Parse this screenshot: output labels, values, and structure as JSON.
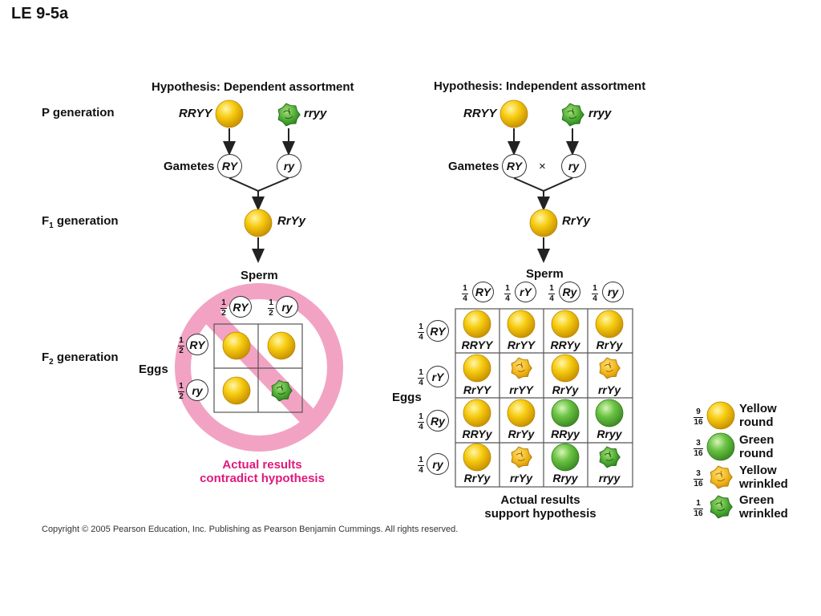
{
  "title": "LE 9-5a",
  "left": {
    "heading": "Hypothesis: Dependent assortment",
    "p_gen_label": "P generation",
    "parent1": "RRYY",
    "parent2": "rryy",
    "gametes_label": "Gametes",
    "gamete1": "RY",
    "gamete2": "ry",
    "f1_prefix": "F",
    "f1_sub": "1",
    "f1_suffix": " generation",
    "f1_genotype": "RrYy",
    "sperm_label": "Sperm",
    "eggs_label": "Eggs",
    "f2_prefix": "F",
    "f2_sub": "2",
    "f2_suffix": " generation",
    "half_num": "1",
    "half_den": "2",
    "grid_gametes": [
      "RY",
      "ry"
    ],
    "result_line1": "Actual results",
    "result_line2": "contradict hypothesis"
  },
  "right": {
    "heading": "Hypothesis: Independent assortment",
    "parent1": "RRYY",
    "parent2": "rryy",
    "gametes_label": "Gametes",
    "gamete1": "RY",
    "gamete2": "ry",
    "cross": "×",
    "f1_genotype": "RrYy",
    "sperm_label": "Sperm",
    "eggs_label": "Eggs",
    "quarter_num": "1",
    "quarter_den": "4",
    "grid_gametes": [
      "RY",
      "rY",
      "Ry",
      "ry"
    ],
    "grid": [
      [
        "RRYY",
        "RrYY",
        "RRYy",
        "RrYy"
      ],
      [
        "RrYY",
        "rrYY",
        "RrYy",
        "rrYy"
      ],
      [
        "RRYy",
        "RrYy",
        "RRyy",
        "Rryy"
      ],
      [
        "RrYy",
        "rrYy",
        "Rryy",
        "rryy"
      ]
    ],
    "phenotypes": [
      [
        "yellow-round",
        "yellow-round",
        "yellow-round",
        "yellow-round"
      ],
      [
        "yellow-round",
        "yellow-wrinkled",
        "yellow-round",
        "yellow-wrinkled"
      ],
      [
        "yellow-round",
        "yellow-round",
        "green-round",
        "green-round"
      ],
      [
        "yellow-round",
        "yellow-wrinkled",
        "green-round",
        "green-wrinkled"
      ]
    ],
    "result_line1": "Actual results",
    "result_line2": "support hypothesis"
  },
  "legend": [
    {
      "num": "9",
      "den": "16",
      "line1": "Yellow",
      "line2": "round",
      "pea": "yellow-round"
    },
    {
      "num": "3",
      "den": "16",
      "line1": "Green",
      "line2": "round",
      "pea": "green-round"
    },
    {
      "num": "3",
      "den": "16",
      "line1": "Yellow",
      "line2": "wrinkled",
      "pea": "yellow-wrinkled"
    },
    {
      "num": "1",
      "den": "16",
      "line1": "Green",
      "line2": "wrinkled",
      "pea": "green-wrinkled"
    }
  ],
  "copyright": "Copyright © 2005 Pearson Education, Inc. Publishing as Pearson Benjamin Cummings. All rights reserved.",
  "colors": {
    "pink_result": "#e0197d",
    "no_sign": "#f2a3c4",
    "yellow_pea": "#f5c400",
    "green_pea": "#5fbf3a"
  }
}
